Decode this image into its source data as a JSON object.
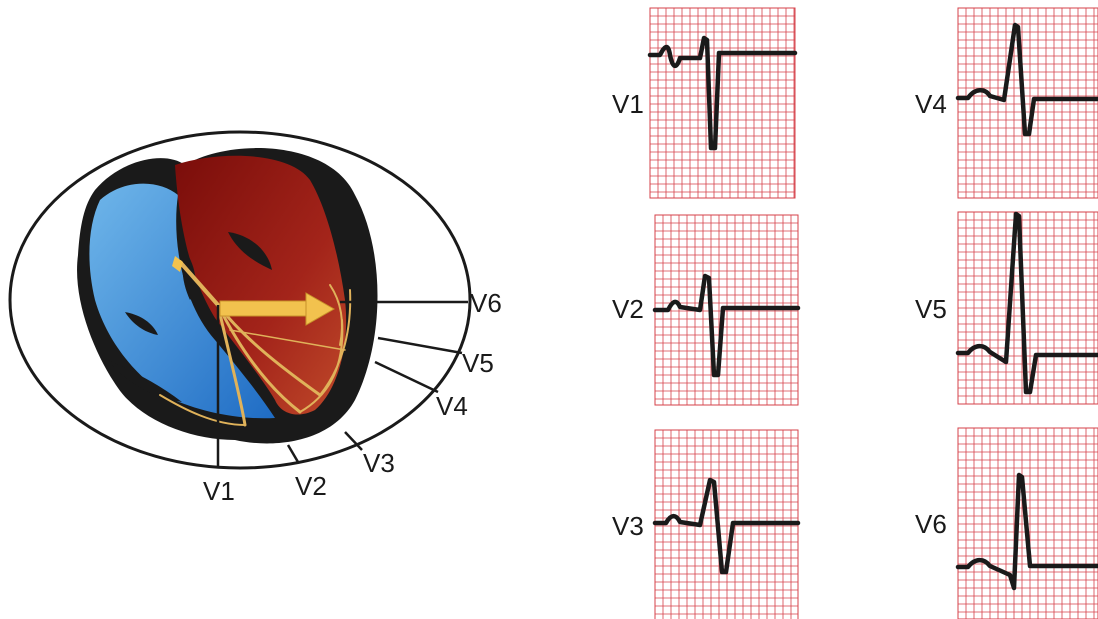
{
  "heart_labels": [
    "V1",
    "V2",
    "V3",
    "V4",
    "V5",
    "V6"
  ],
  "colors": {
    "grid": "#d6404a",
    "trace": "#1a1a1a",
    "outline": "#1a1a1a",
    "right_ventricle": "#3d8fd6",
    "left_ventricle": "#8e1a12",
    "conduction": "#e0b25a",
    "axis_arrow": "#f2c24e"
  },
  "ecg_panels": [
    {
      "lead": "V1"
    },
    {
      "lead": "V2"
    },
    {
      "lead": "V3"
    },
    {
      "lead": "V4"
    },
    {
      "lead": "V5"
    },
    {
      "lead": "V6"
    }
  ]
}
